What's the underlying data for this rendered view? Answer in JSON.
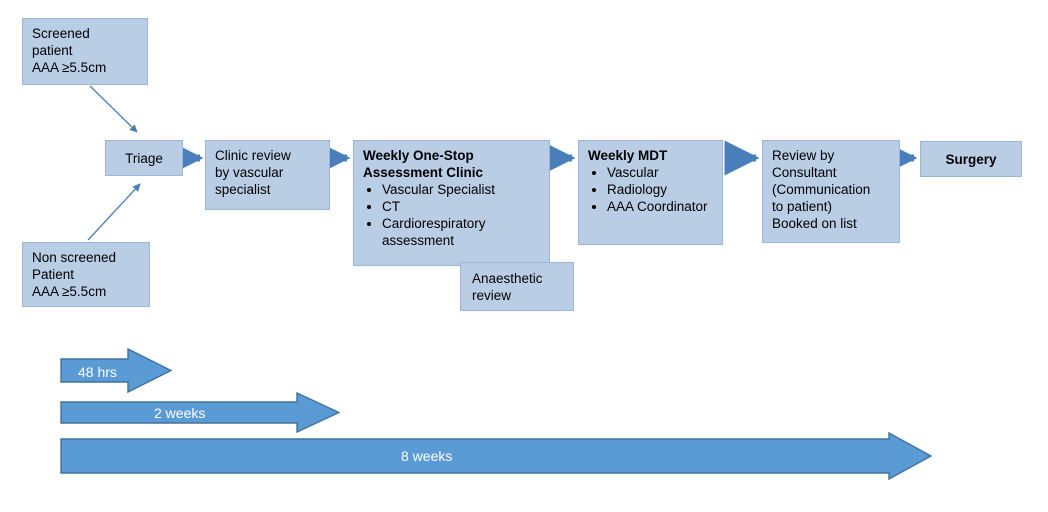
{
  "diagram": {
    "title": "AAA surgical pathway flowchart",
    "colors": {
      "node_fill": "#b9cde5",
      "node_border": "#9ab5d9",
      "connector": "#4a7ebb",
      "timeline_fill": "#5b9bd5",
      "timeline_border": "#41719c",
      "timeline_label": "#ffffff",
      "text": "#000000",
      "background": "#ffffff"
    },
    "nodes": {
      "screened_patient": {
        "lines": [
          "Screened",
          "patient",
          "AAA ≥5.5cm"
        ]
      },
      "non_screened_patient": {
        "lines": [
          "Non screened",
          "Patient",
          "AAA ≥5.5cm"
        ]
      },
      "triage": {
        "label": "Triage"
      },
      "clinic_review": {
        "lines": [
          "Clinic review",
          "by vascular",
          "specialist"
        ]
      },
      "one_stop_clinic": {
        "title_lines": [
          "Weekly One-Stop",
          "Assessment Clinic"
        ],
        "bullets": [
          "Vascular Specialist",
          "CT",
          "Cardiorespiratory assessment"
        ]
      },
      "anaesthetic_review": {
        "lines": [
          "Anaesthetic",
          "review"
        ]
      },
      "weekly_mdt": {
        "title": "Weekly MDT",
        "bullets": [
          "Vascular",
          "Radiology",
          "AAA Coordinator"
        ]
      },
      "consultant_review": {
        "lines": [
          "Review by",
          "Consultant",
          "(Communication",
          "to patient)",
          "Booked on list"
        ]
      },
      "surgery": {
        "label": "Surgery"
      }
    },
    "timeline": [
      {
        "id": "48-hrs",
        "label": "48 hrs"
      },
      {
        "id": "2-weeks",
        "label": "2 weeks"
      },
      {
        "id": "8-weeks",
        "label": "8 weeks"
      }
    ]
  }
}
